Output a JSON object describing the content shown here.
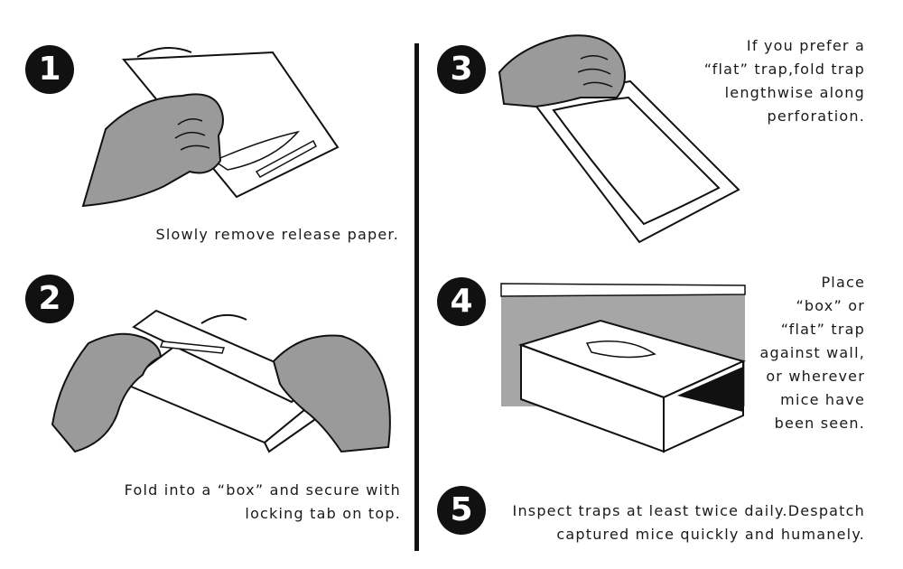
{
  "steps": [
    {
      "number": "1",
      "lines": [
        "Slowly remove release paper."
      ]
    },
    {
      "number": "2",
      "lines": [
        "Fold into a “box” and secure with",
        "locking tab on top."
      ]
    },
    {
      "number": "3",
      "lines": [
        "If you prefer a",
        "“flat” trap,fold trap",
        "lengthwise along",
        "perforation."
      ]
    },
    {
      "number": "4",
      "lines": [
        "Place",
        "“box” or",
        "“flat” trap",
        "against wall,",
        "or wherever",
        "mice have",
        "been seen."
      ]
    },
    {
      "number": "5",
      "lines": [
        "Inspect traps at least twice daily.Despatch",
        "captured mice quickly and humanely."
      ]
    }
  ],
  "colors": {
    "ink": "#111111",
    "hand": "#9a9a9a",
    "wall": "#a6a6a6",
    "paper": "#ffffff"
  }
}
